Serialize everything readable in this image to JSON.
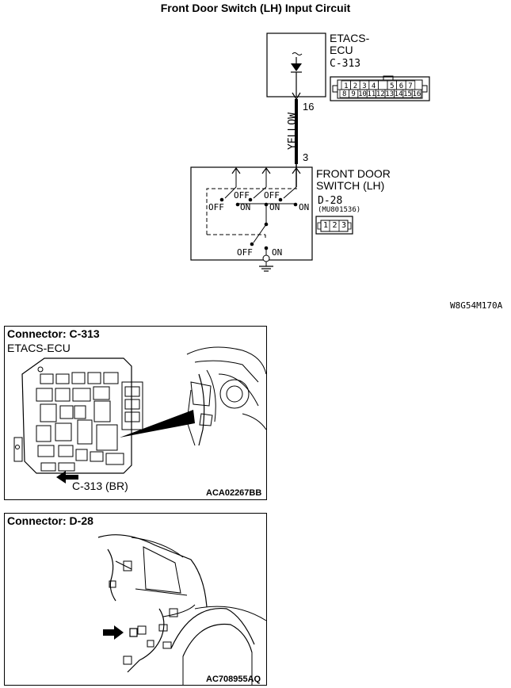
{
  "title": "Front Door Switch (LH) Input Circuit",
  "ecu": {
    "name_line1": "ETACS-",
    "name_line2": "ECU",
    "connector": "C-313",
    "pin_top": "16",
    "pin_bottom": "3",
    "wire_color": "YELLOW",
    "pin_grid": {
      "row1": [
        "1",
        "2",
        "3",
        "4",
        "",
        "5",
        "6",
        "7"
      ],
      "row2": [
        "8",
        "9",
        "10",
        "11",
        "12",
        "13",
        "14",
        "15",
        "16"
      ]
    }
  },
  "switch": {
    "name_line1": "FRONT DOOR",
    "name_line2": "SWITCH (LH)",
    "connector": "D-28",
    "part_no": "(MU801536)",
    "pins": [
      "1",
      "2",
      "3"
    ],
    "state_labels": {
      "off_a": "OFF",
      "off_b": "OFF",
      "off_left": "OFF",
      "on_a": "ON",
      "on_b": "ON",
      "on_right": "ON",
      "off_bottom": "OFF",
      "on_bottom": "ON"
    }
  },
  "diagram_code": "W8G54M170A",
  "panel1": {
    "title": "Connector: C-313",
    "subtitle": "ETACS-ECU",
    "callout": "C-313 (BR)",
    "code": "ACA02267BB"
  },
  "panel2": {
    "title": "Connector: D-28",
    "code": "AC708955AQ"
  }
}
